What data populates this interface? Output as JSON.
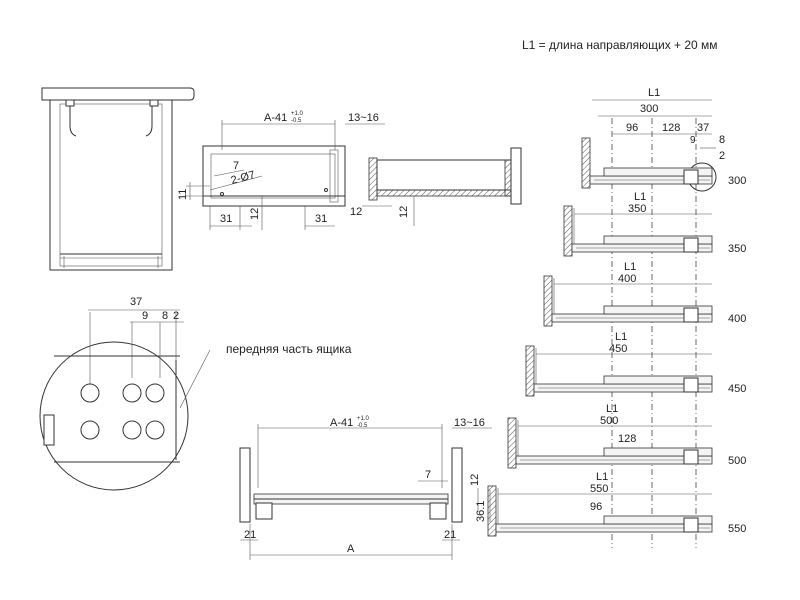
{
  "note": "L1 = длина направляющих + 20 мм",
  "front_label": "передняя часть ящика",
  "side_view": {
    "width_label": "A-41",
    "tol_plus": "+1.0",
    "tol_minus": "-0.5",
    "gap_label": "13~16",
    "dim_7": "7",
    "hole_label": "2-Ø7",
    "dim_11": "11",
    "dim_31_left": "31",
    "dim_12": "12",
    "dim_31_right": "31"
  },
  "section_view": {
    "dim_12_a": "12",
    "dim_12_b": "12"
  },
  "detail": {
    "dim_37": "37",
    "dim_9": "9",
    "dim_8": "8",
    "dim_2": "2"
  },
  "bottom_view": {
    "width_label": "A-41",
    "tol_plus": "+1.0",
    "tol_minus": "-0.5",
    "gap_label": "13~16",
    "dim_7": "7",
    "dim_12": "12",
    "dim_36": "36.1",
    "dim_21_left": "21",
    "dim_A": "A",
    "dim_21_right": "21"
  },
  "rails": {
    "l1_label": "L1",
    "top_dims": {
      "d96": "96",
      "d128": "128",
      "d37": "37",
      "d9": "9",
      "d8": "8",
      "d2": "2"
    },
    "items": [
      {
        "length": "300",
        "side": "300"
      },
      {
        "length": "350",
        "side": "350"
      },
      {
        "length": "400",
        "side": "400"
      },
      {
        "length": "450",
        "side": "450"
      },
      {
        "length": "500",
        "side": "500",
        "extra": "128"
      },
      {
        "length": "550",
        "side": "550",
        "extra": "96"
      }
    ]
  }
}
